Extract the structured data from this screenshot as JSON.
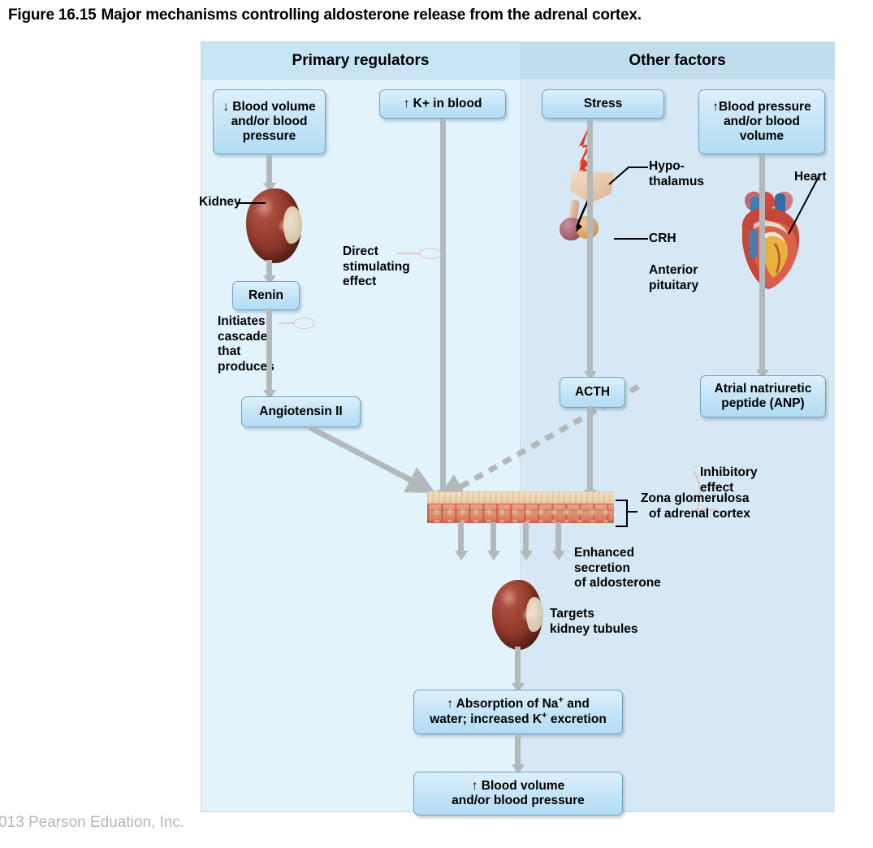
{
  "figure": {
    "number": "Figure 16.15",
    "title": "Major mechanisms controlling aldosterone release from the adrenal cortex."
  },
  "columns": {
    "left_header": "Primary regulators",
    "right_header": "Other factors"
  },
  "boxes": {
    "blood_volume_down": "↓ Blood volume and/or blood pressure",
    "blood_volume_down_l1": "↓ Blood volume",
    "blood_volume_down_l2": "and/or blood",
    "blood_volume_down_l3": "pressure",
    "k_in_blood": "↑ K+ in blood",
    "stress": "Stress",
    "blood_pressure_up_l1": "↑Blood pressure",
    "blood_pressure_up_l2": "and/or blood",
    "blood_pressure_up_l3": "volume",
    "renin": "Renin",
    "angiotensin_ii": "Angiotensin II",
    "acth": "ACTH",
    "anp_l1": "Atrial natriuretic",
    "anp_l2": "peptide (ANP)",
    "absorption_l1_pre": "↑ Absorption of Na",
    "absorption_l1_sup": "+",
    "absorption_l1_post": " and",
    "absorption_l2_pre": "water; increased K",
    "absorption_l2_sup": "+",
    "absorption_l2_post": " excretion",
    "blood_volume_up_l1": "↑ Blood volume",
    "blood_volume_up_l2": "and/or blood pressure"
  },
  "labels": {
    "kidney": "Kidney",
    "direct_effect_l1": "Direct",
    "direct_effect_l2": "stimulating",
    "direct_effect_l3": "effect",
    "initiates_l1": "Initiates",
    "initiates_l2": "cascade",
    "initiates_l3": "that",
    "initiates_l4": "produces",
    "hypothalamus_l1": "Hypo-",
    "hypothalamus_l2": "thalamus",
    "crh": "CRH",
    "anterior_pituitary_l1": "Anterior",
    "anterior_pituitary_l2": "pituitary",
    "heart": "Heart",
    "inhibitory_l1": "Inhibitory",
    "inhibitory_l2": "effect",
    "zona_l1": "Zona glomerulosa",
    "zona_l2": "of adrenal cortex",
    "enhanced_l1": "Enhanced",
    "enhanced_l2": "secretion",
    "enhanced_l3": "of aldosterone",
    "targets_l1": "Targets",
    "targets_l2": "kidney tubules"
  },
  "copyright": "013 Pearson Eduation, Inc.",
  "colors": {
    "panel_left_bg": "#e3f3fc",
    "panel_right_bg": "#d6e8f5",
    "header_left_bg": "#c7e4f4",
    "header_right_bg": "#c0ddee",
    "box_border": "#6ba4c6",
    "arrow_gray": "#b3b9bb",
    "bolt_red": "#e03a1f",
    "copyright_gray": "#b6b6b6"
  }
}
